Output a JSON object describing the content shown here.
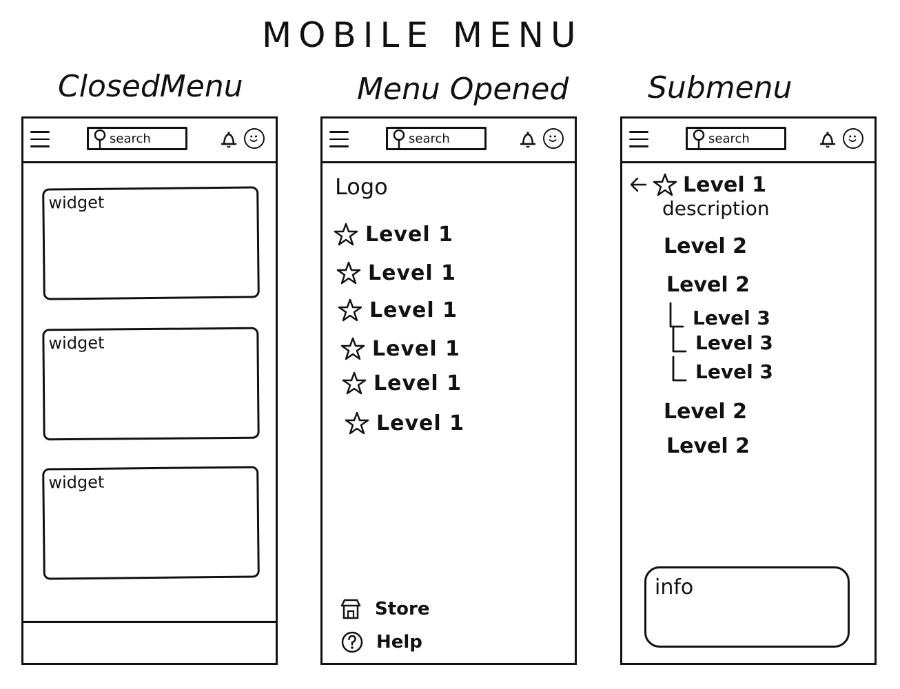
{
  "title": "MOBILE MENU",
  "panels": [
    {
      "title": "ClosedMenu"
    },
    {
      "title": "Menu Opened"
    },
    {
      "title": "Submenu"
    }
  ],
  "header": {
    "search_label": "search",
    "icons": [
      "hamburger-icon",
      "search-icon",
      "bell-icon",
      "avatar-smiley-icon"
    ]
  },
  "closed": {
    "widgets": [
      "widget",
      "widget",
      "widget"
    ]
  },
  "opened": {
    "logo": "Logo",
    "items": [
      "Level 1",
      "Level 1",
      "Level 1",
      "Level 1",
      "Level 1",
      "Level 1"
    ],
    "footer": [
      {
        "label": "Store",
        "icon": "store-icon"
      },
      {
        "label": "Help",
        "icon": "help-icon"
      }
    ]
  },
  "submenu": {
    "parent_label": "Level 1",
    "parent_description": "description",
    "items": [
      {
        "label": "Level 2",
        "children": []
      },
      {
        "label": "Level 2",
        "children": [
          "Level 3",
          "Level 3",
          "Level 3"
        ]
      },
      {
        "label": "Level 2",
        "children": []
      },
      {
        "label": "Level 2",
        "children": []
      }
    ],
    "info_label": "info"
  }
}
